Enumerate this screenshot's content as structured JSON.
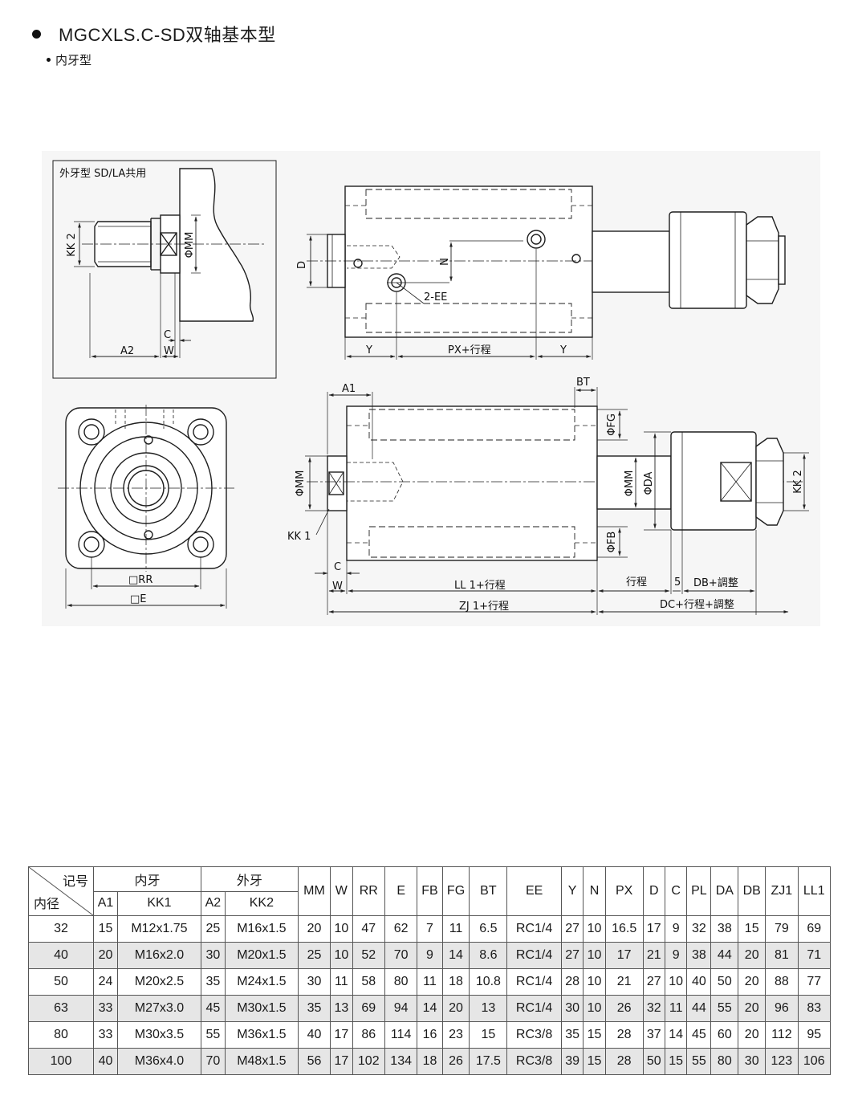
{
  "heading": {
    "title": "MGCXLS.C-SD双轴基本型",
    "subtitle": "内牙型"
  },
  "drawing": {
    "external_box_title": "外牙型  SD/LA共用",
    "labels": {
      "kk2": "KK 2",
      "phi_mm": "ΦMM",
      "c": "C",
      "a2": "A2",
      "w": "W",
      "d": "D",
      "n": "N",
      "two_ee": "2-EE",
      "y": "Y",
      "px_stroke": "PX+行程",
      "bt": "BT",
      "a1": "A1",
      "phi_fg": "ΦFG",
      "phi_da": "ΦDA",
      "phi_fb": "ΦFB",
      "kk1": "KK 1",
      "ll1_stroke": "LL 1+行程",
      "zj1_stroke": "ZJ 1+行程",
      "stroke": "行程",
      "five": "5",
      "db_adjust": "DB+調整",
      "dc_adjust": "DC+行程+調整",
      "rr": "□RR",
      "e": "□E"
    }
  },
  "table": {
    "corner_top": "记号",
    "corner_bottom": "内径",
    "group_internal": "内牙",
    "group_external": "外牙",
    "sub_internal": [
      "A1",
      "KK1"
    ],
    "sub_external": [
      "A2",
      "KK2"
    ],
    "columns": [
      "MM",
      "W",
      "RR",
      "E",
      "FB",
      "FG",
      "BT",
      "EE",
      "Y",
      "N",
      "PX",
      "D",
      "C",
      "PL",
      "DA",
      "DB",
      "ZJ1",
      "LL1"
    ],
    "rows": [
      [
        "32",
        "15",
        "M12x1.75",
        "25",
        "M16x1.5",
        "20",
        "10",
        "47",
        "62",
        "7",
        "11",
        "6.5",
        "RC1/4",
        "27",
        "10",
        "16.5",
        "17",
        "9",
        "32",
        "38",
        "15",
        "79",
        "69"
      ],
      [
        "40",
        "20",
        "M16x2.0",
        "30",
        "M20x1.5",
        "25",
        "10",
        "52",
        "70",
        "9",
        "14",
        "8.6",
        "RC1/4",
        "27",
        "10",
        "17",
        "21",
        "9",
        "38",
        "44",
        "20",
        "81",
        "71"
      ],
      [
        "50",
        "24",
        "M20x2.5",
        "35",
        "M24x1.5",
        "30",
        "11",
        "58",
        "80",
        "11",
        "18",
        "10.8",
        "RC1/4",
        "28",
        "10",
        "21",
        "27",
        "10",
        "40",
        "50",
        "20",
        "88",
        "77"
      ],
      [
        "63",
        "33",
        "M27x3.0",
        "45",
        "M30x1.5",
        "35",
        "13",
        "69",
        "94",
        "14",
        "20",
        "13",
        "RC1/4",
        "30",
        "10",
        "26",
        "32",
        "11",
        "44",
        "55",
        "20",
        "96",
        "83"
      ],
      [
        "80",
        "33",
        "M30x3.5",
        "55",
        "M36x1.5",
        "40",
        "17",
        "86",
        "114",
        "16",
        "23",
        "15",
        "RC3/8",
        "35",
        "15",
        "28",
        "37",
        "14",
        "45",
        "60",
        "20",
        "112",
        "95"
      ],
      [
        "100",
        "40",
        "M36x4.0",
        "70",
        "M48x1.5",
        "56",
        "17",
        "102",
        "134",
        "18",
        "26",
        "17.5",
        "RC3/8",
        "39",
        "15",
        "28",
        "50",
        "15",
        "55",
        "80",
        "30",
        "123",
        "106"
      ]
    ]
  }
}
